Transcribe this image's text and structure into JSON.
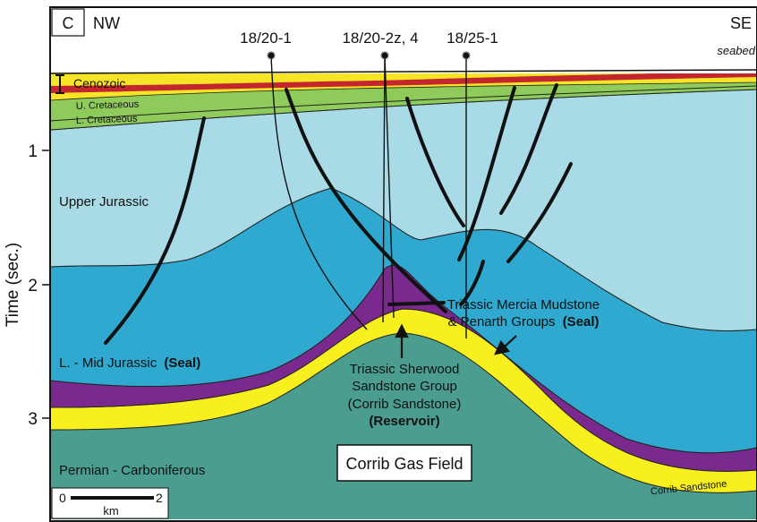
{
  "panel": {
    "letter": "C",
    "left_direction": "NW",
    "right_direction": "SE",
    "seabed_label": "seabed"
  },
  "wells": [
    {
      "name": "18/20-1"
    },
    {
      "name": "18/20-2z, 4"
    },
    {
      "name": "18/25-1"
    }
  ],
  "axis": {
    "title": "Time (sec.)",
    "ticks": [
      "1",
      "2",
      "3"
    ]
  },
  "units": {
    "cenozoic": "Cenozoic",
    "u_cretaceous": "U. Cretaceous",
    "l_cretaceous": "L. Cretaceous",
    "upper_jurassic": "Upper Jurassic",
    "l_mid_jurassic": "L. - Mid Jurassic",
    "l_mid_jurassic_role": "(Seal)",
    "mercia_line1": "Triassic Mercia Mudstone",
    "mercia_line2": "& Penarth Groups",
    "mercia_role": "(Seal)",
    "sherwood_line1": "Triassic Sherwood",
    "sherwood_line2": "Sandstone Group",
    "sherwood_line3": "(Corrib Sandstone)",
    "sherwood_role": "(Reservoir)",
    "permian": "Permian - Carboniferous",
    "corrib_sandstone": "Corrib Sandstone"
  },
  "field_label": "Corrib Gas Field",
  "scale_bar": {
    "start": "0",
    "end": "2",
    "unit": "km"
  },
  "colors": {
    "water": "#ffffff",
    "cenozoic_yellow": "#f6e526",
    "cenozoic_red": "#c3262f",
    "cretaceous_green": "#8ecb5a",
    "upper_jurassic": "#a9dbe6",
    "mid_jurassic": "#2fa9cf",
    "triassic_mudstone": "#7a2a8f",
    "sandstone": "#f8ef1f",
    "permian": "#4a9d8f",
    "fault": "#111111"
  }
}
